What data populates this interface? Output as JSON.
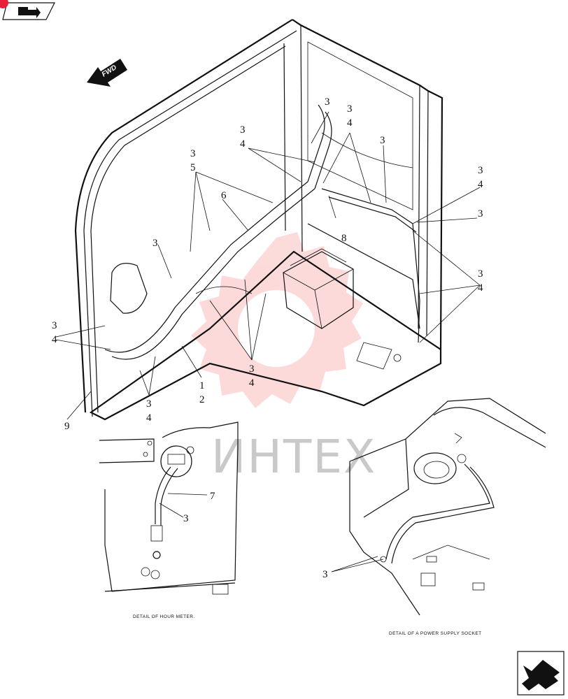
{
  "forward_badge": {
    "label": "FWD"
  },
  "watermark": {
    "text": "ИНТЕХ",
    "color": "#f25a5a"
  },
  "captions": {
    "hour_meter": "DETAIL OF HOUR METER.",
    "power_socket": "DETAIL OF A POWER SUPPLY SOCKET"
  },
  "callouts": [
    {
      "id": "c-3a",
      "text": "3"
    },
    {
      "id": "c-4a",
      "text": "4"
    },
    {
      "id": "c-3b",
      "text": "3"
    },
    {
      "id": "c-4b",
      "text": "4"
    },
    {
      "id": "c-3c",
      "text": "3"
    },
    {
      "id": "c-4c",
      "text": "4"
    },
    {
      "id": "c-3d",
      "text": "3"
    },
    {
      "id": "c-3e",
      "text": "3"
    },
    {
      "id": "c-4e",
      "text": "4"
    },
    {
      "id": "c-3f",
      "text": "3"
    },
    {
      "id": "c-3g",
      "text": "3"
    },
    {
      "id": "c-5g",
      "text": "5"
    },
    {
      "id": "c-6",
      "text": "6"
    },
    {
      "id": "c-8",
      "text": "8"
    },
    {
      "id": "c-3h",
      "text": "3"
    },
    {
      "id": "c-3i",
      "text": "3"
    },
    {
      "id": "c-4i",
      "text": "4"
    },
    {
      "id": "c-3j",
      "text": "3"
    },
    {
      "id": "c-4j",
      "text": "4"
    },
    {
      "id": "c-3k",
      "text": "3"
    },
    {
      "id": "c-4k",
      "text": "4"
    },
    {
      "id": "c-3l",
      "text": "3"
    },
    {
      "id": "c-4l",
      "text": "4"
    },
    {
      "id": "c-1",
      "text": "1"
    },
    {
      "id": "c-2",
      "text": "2"
    },
    {
      "id": "c-9",
      "text": "9"
    },
    {
      "id": "c-7",
      "text": "7"
    },
    {
      "id": "c-3m",
      "text": "3"
    },
    {
      "id": "c-3n",
      "text": "3"
    }
  ],
  "icons": {
    "top_nav": "prev-page-icon",
    "bottom_nav": "next-page-icon",
    "marker": "red-corner-marker-icon"
  }
}
